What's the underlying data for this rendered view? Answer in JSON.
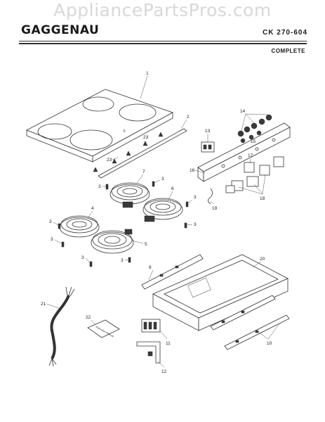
{
  "watermark": "AppliancePartsPros.com",
  "brand": "GAGGENAU",
  "model": "CK 270-604",
  "subtitle": "COMPLETE",
  "parts": {
    "p1": "1",
    "p2": "2",
    "p3a": "3",
    "p3b": "3",
    "p3c": "3",
    "p3d": "3",
    "p3e": "3",
    "p3f": "3",
    "p3g": "3",
    "p3h": "3",
    "p4": "4",
    "p5": "5",
    "p6": "6",
    "p7": "7",
    "p8": "8",
    "p10": "10",
    "p11": "11",
    "p12": "12",
    "p13": "13",
    "p14": "14",
    "p15": "15",
    "p16": "16",
    "p17": "17",
    "p18": "18",
    "p19": "19",
    "p20": "20",
    "p21": "21",
    "p22": "22",
    "p23a": "23",
    "p23b": "23"
  },
  "manual_text": "Instruction Manual"
}
